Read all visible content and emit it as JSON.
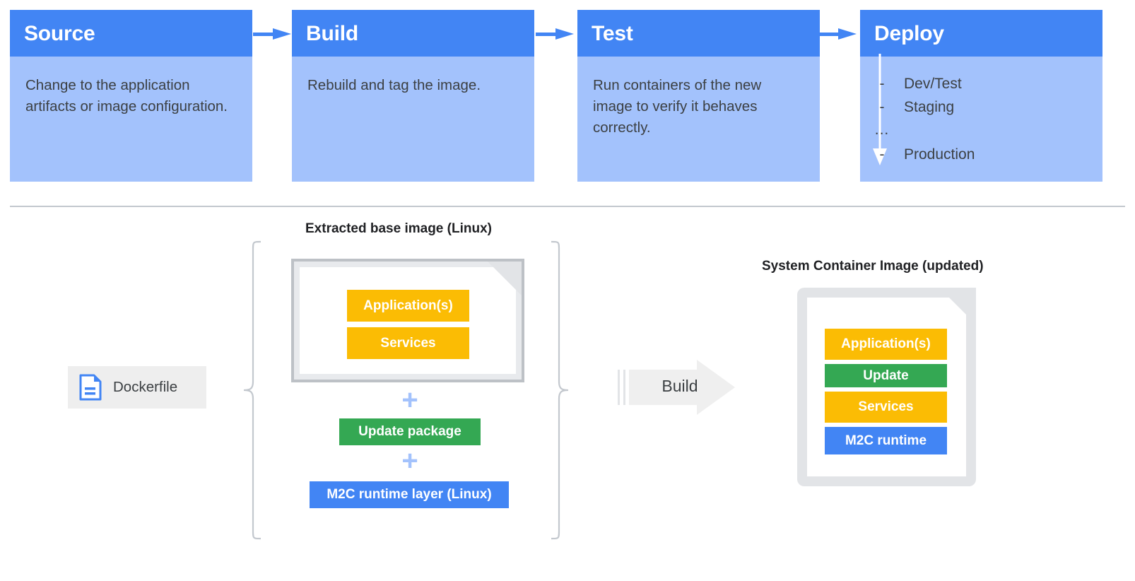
{
  "pipeline": {
    "cards": [
      {
        "title": "Source",
        "body": "Change to the application artifacts or image configuration."
      },
      {
        "title": "Build",
        "body": "Rebuild and tag the image."
      },
      {
        "title": "Test",
        "body": "Run containers of the new image to verify it behaves correctly."
      },
      {
        "title": "Deploy",
        "body": ""
      }
    ],
    "deploy_stages": [
      {
        "marker": "-",
        "label": "Dev/Test"
      },
      {
        "marker": "-",
        "label": "Staging"
      },
      {
        "marker": "...",
        "label": ""
      },
      {
        "marker": "-",
        "label": "Production"
      }
    ],
    "arrow_icon": "arrow-right-icon",
    "deploy_flow_icon": "arrow-down-icon"
  },
  "build_flow": {
    "dockerfile": {
      "label": "Dockerfile",
      "icon": "document-icon"
    },
    "base_image": {
      "caption": "Extracted base image (Linux)",
      "layers": [
        {
          "label": "Application(s)",
          "color": "#FBBC04"
        },
        {
          "label": "Services",
          "color": "#FBBC04"
        }
      ]
    },
    "plus_symbol": "+",
    "additional_layers": [
      {
        "label": "Update package",
        "color": "#34A853"
      },
      {
        "label": "M2C runtime layer (Linux)",
        "color": "#4285F4"
      }
    ],
    "build_action": {
      "label": "Build",
      "icon": "arrow-right-block-icon"
    },
    "system_image": {
      "caption": "System Container Image (updated)",
      "layers": [
        {
          "label": "Application(s)",
          "color": "#FBBC04"
        },
        {
          "label": "Update",
          "color": "#34A853"
        },
        {
          "label": "Services",
          "color": "#FBBC04"
        },
        {
          "label": "M2C runtime",
          "color": "#4285F4"
        }
      ]
    }
  },
  "colors": {
    "header_blue": "#4285F4",
    "body_blue": "#A3C2FC",
    "yellow": "#FBBC04",
    "green": "#34A853",
    "blue": "#4285F4",
    "gray": "#e2e4e7",
    "text": "#3c4043"
  }
}
